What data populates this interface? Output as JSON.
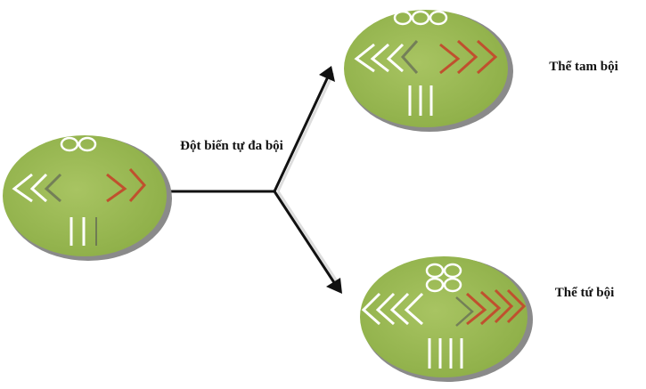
{
  "diagram": {
    "process_label": "Đột biến tự đa bội",
    "result_triploid": "Thể tam bội",
    "result_tetraploid": "Thể tứ bội"
  },
  "colors": {
    "cell_fill": "#9bba55",
    "cell_shadow": "#8a8a8a",
    "chromosome_light": "#ffffff",
    "chromosome_red": "#c0502e",
    "arrow": "#111111"
  }
}
